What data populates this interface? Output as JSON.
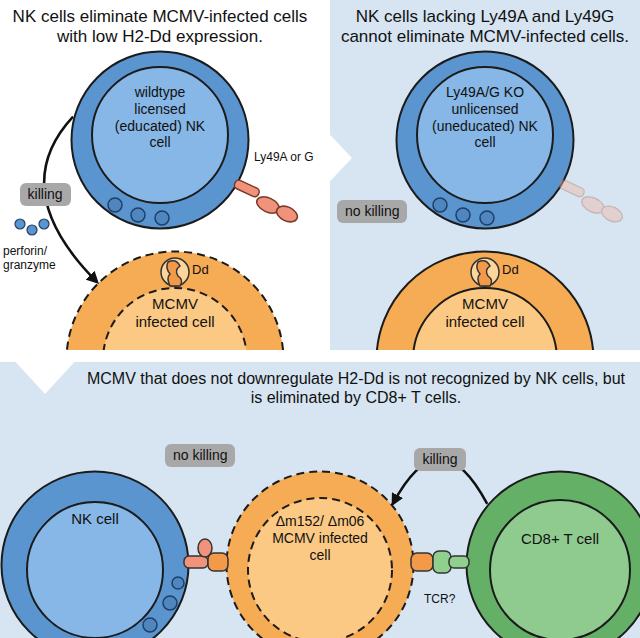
{
  "diagram": {
    "nodes": [
      {
        "text": [
          "NK cells eliminate MCMV-infected cells with low H2-Dd expression."
        ]
      },
      {
        "text": [
          "wildtype licensed (educated) NK cell"
        ],
        "in": 0
      },
      {
        "text": [
          "MCMV infected cell"
        ],
        "in": 0
      },
      {
        "text": [
          "NK cells lacking Ly49A and Ly49G cannot eliminate MCMV-infected cells."
        ]
      },
      {
        "text": [
          "Ly49A/G KO unlicensed (uneducated) NK cell"
        ],
        "in": 3
      },
      {
        "text": [
          "MCMV infected cell"
        ],
        "in": 3
      },
      {
        "text": [
          "MCMV that does not downregulate H2-Dd is not recognized by NK cells, but is eliminated by CD8+ T cells."
        ]
      },
      {
        "text": [
          "NK cell"
        ],
        "in": 6
      },
      {
        "text": [
          "Δm152/ Δm06 MCMV infected cell"
        ],
        "in": 6
      },
      {
        "text": [
          "CD8+ T cell"
        ],
        "in": 6
      }
    ],
    "edges": [
      {
        "from": 1,
        "to": 2,
        "label": "killing",
        "arrow": "to"
      },
      {
        "from": 9,
        "to": 8,
        "label": "killing",
        "arrow": "to"
      }
    ],
    "labels": [
      "Ly49A or G",
      "perforin/ granzyme",
      "Dd",
      "Dd",
      "no killing",
      "no killing",
      "TCR?"
    ]
  }
}
